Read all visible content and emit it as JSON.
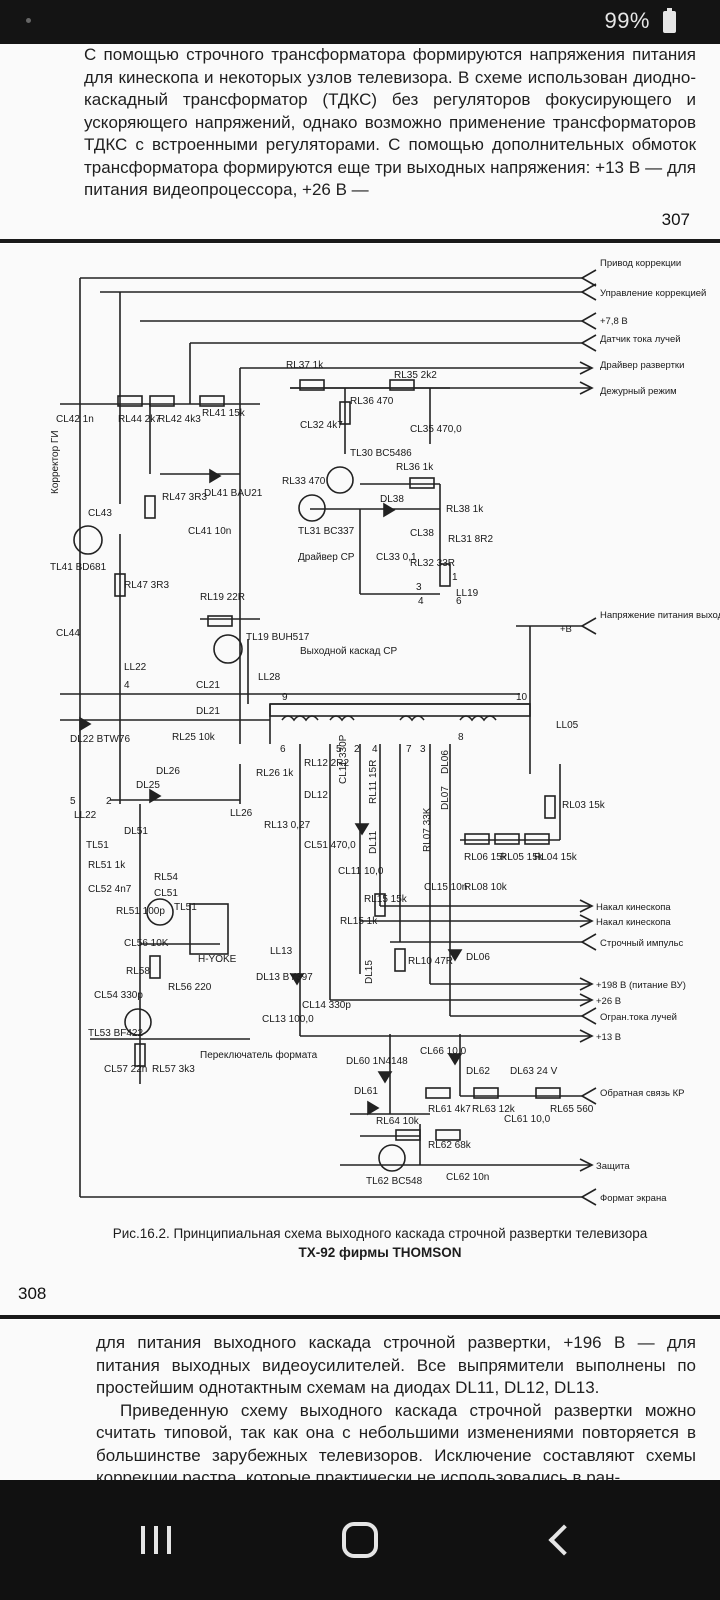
{
  "status_bar": {
    "battery_percent": "99%"
  },
  "page_307": {
    "paragraph": "С помощью строчного трансформатора формируются напряжения питания для кинескопа и некоторых узлов телевизора. В схеме использован диодно-каскадный трансформатор (ТДКС) без регуляторов фокусирующего и ускоряющего напряжений, однако возможно применение трансформаторов ТДКС с встроенными регуляторами. С помощью дополнительных обмоток трансформатора формируются еще три выходных напряжения: +13 В — для питания видеопроцессора, +26 В —",
    "page_number": "307"
  },
  "page_308": {
    "caption_line1": "Рис.16.2. Принципиальная схема выходного каскада строчной развертки телевизора",
    "caption_line2": "TX-92 фирмы THOMSON",
    "page_number": "308",
    "schematic": {
      "right_labels": {
        "privod": "Привод коррекции",
        "upravlenie": "Управление коррекцией",
        "v78": "+7,8 В",
        "datchik": "Датчик тока лучей",
        "draiver": "Драйвер развертки",
        "dezhurny": "Дежурный режим",
        "napryazhenie": "Напряжение питания выходного каскада",
        "plus_b": "+B",
        "nakal1": "Накал кинескопа",
        "nakal2": "Накал кинескопа",
        "strochny": "Строчный импульс",
        "v198": "+198 В (питание ВУ)",
        "v26": "+26 В",
        "ogran": "Огран.тока лучей",
        "v13": "+13 В",
        "obratnaya": "Обратная связь КР",
        "zaschita": "Защита",
        "format": "Формат экрана"
      },
      "components": {
        "cl42": "CL42 1n",
        "rl44": "RL44 2k7",
        "rl42": "RL42 4k3",
        "rl41": "RL41 15k",
        "rl37": "RL37 1k",
        "rl35": "RL35 2k2",
        "rl36a": "RL36 470",
        "cl32": "CL32 4k7",
        "cl35": "CL35 470,0",
        "tl30": "TL30 BC5486",
        "rl36b": "RL36 1k",
        "rl33": "RL33 470",
        "dl38": "DL38",
        "rl38": "RL38 1k",
        "cl38": "CL38",
        "rl31": "RL31 8R2",
        "cl33": "CL33 0,1",
        "rl32": "RL32 33R",
        "tl31": "TL31 BC337",
        "draiver_sr": "Драйвер СР",
        "ll19": "LL19",
        "rl47a": "RL47 3R3",
        "dl41": "DL41 BAU21",
        "cl41": "CL41 10n",
        "korrektor": "Корректор ГИ",
        "cl43": "CL43",
        "tl41": "TL41 BD681",
        "rl47b": "RL47 3R3",
        "rl19": "RL19 22R",
        "cl44": "CL44",
        "tl19": "TL19 BUH517",
        "vyhodnoy": "Выходной каскад СР",
        "ll22a": "LL22",
        "ll28": "LL28",
        "cl21": "CL21",
        "dl21": "DL21",
        "dl22": "DL22 BTW76",
        "rl25": "RL25 10k",
        "dl26": "DL26",
        "dl25": "DL25",
        "ll22b": "LL22",
        "rl26": "RL26 1k",
        "ll26": "LL26",
        "ll05": "LL05",
        "rl12": "RL12 2R2",
        "dl12": "DL12",
        "cl11a": "CL11 330P",
        "rl11": "RL11 15R",
        "dl06a": "DL06",
        "dl07": "DL07",
        "rl07": "RL07 33K",
        "rl03": "RL03 15k",
        "rl13": "RL13 0,27",
        "cl51a": "CL51 470,0",
        "dl11": "DL11",
        "cl11b": "CL11 10,0",
        "rl06": "RL06 15k",
        "rl05": "RL05 15k",
        "rl04": "RL04 15k",
        "cl15": "CL15 10n",
        "rl08": "RL08 10k",
        "dl51": "DL51",
        "tl51": "TL51",
        "rl51a": "RL51 1k",
        "cl52": "CL52 4n7",
        "rl54": "RL54",
        "cl51b": "CL51",
        "rl51b": "RL51 100p",
        "tl51b": "TL51",
        "rl15a": "RL15 15k",
        "rl15b": "RL15 1k",
        "hyoke": "H-YOKE",
        "cl56": "CL56 10K",
        "rl58": "RL58",
        "rl56": "RL56 220",
        "dl15": "DL15",
        "rl10": "RL10 47R",
        "dl06b": "DL06",
        "ll13": "LL13",
        "dl13": "DL13 BY397",
        "cl54": "CL54 330p",
        "cl13": "CL13 100,0",
        "cl14": "CL14 330p",
        "tl53": "TL53 BF422",
        "pereklyuchatel": "Переключатель формата",
        "cl57": "CL57 22n",
        "rl57": "RL57 3k3",
        "dl60": "DL60 1N4148",
        "cl66": "CL66 10,0",
        "dl62": "DL62",
        "dl63": "DL63 24 V",
        "dl61": "DL61",
        "rl61": "RL61 4k7",
        "rl63": "RL63 12k",
        "cl61": "CL61 10,0",
        "rl65": "RL65 560",
        "rl64": "RL64 10k",
        "rl62": "RL62 68k",
        "tl62": "TL62 BC548",
        "cl62": "CL62 10n",
        "pin1": "1",
        "pin2": "2",
        "pin3": "3",
        "pin4": "4",
        "pin5": "5",
        "pin6": "6",
        "pin7": "7",
        "pin8": "8",
        "pin9": "9",
        "pin10": "10"
      }
    }
  },
  "page_309": {
    "paragraph1": "для питания выходного каскада строчной развертки, +196 В — для питания выходных видеоусилителей. Все выпрямители выполнены по простейшим однотактным схемам на диодах DL11, DL12, DL13.",
    "paragraph2": "Приведенную схему выходного каскада строчной развертки можно считать типовой, так как она с небольшими изменениями повторяется в большинстве зарубежных телевизоров. Исключение составляют схемы коррекции растра, которые практически не использовались в ран-"
  }
}
